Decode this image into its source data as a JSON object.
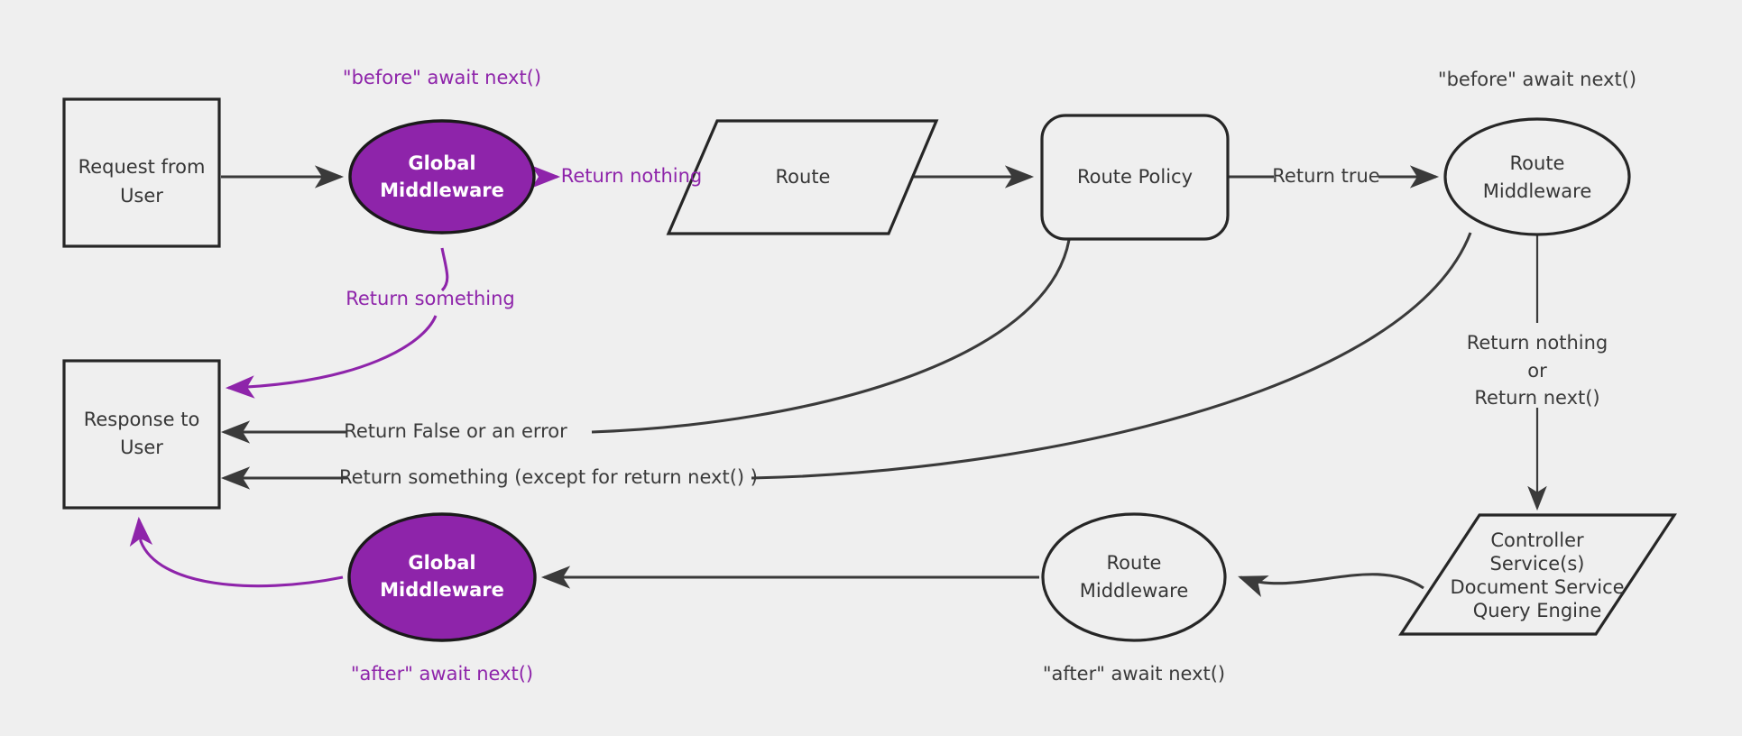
{
  "diagram": {
    "title": "Request / Middleware Lifecycle Flow",
    "background_color": "#efefef",
    "accent_color": "#8e24aa",
    "line_color": "#3a3a3a",
    "text_color": "#363636",
    "nodes": {
      "request_from_user": {
        "line1": "Request from",
        "line2": "User",
        "shape": "rectangle"
      },
      "global_middleware_before": {
        "line1": "Global",
        "line2": "Middleware",
        "shape": "ellipse",
        "filled": true
      },
      "route": {
        "line1": "Route",
        "shape": "parallelogram"
      },
      "route_policy": {
        "line1": "Route Policy",
        "shape": "rounded-rectangle"
      },
      "route_middleware_before": {
        "line1": "Route",
        "line2": "Middleware",
        "shape": "ellipse"
      },
      "controller_services": {
        "line1": "Controller",
        "line2": "Service(s)",
        "line3": "Document Service",
        "line4": "Query Engine",
        "shape": "parallelogram"
      },
      "route_middleware_after": {
        "line1": "Route",
        "line2": "Middleware",
        "shape": "ellipse"
      },
      "global_middleware_after": {
        "line1": "Global",
        "line2": "Middleware",
        "shape": "ellipse",
        "filled": true
      },
      "response_to_user": {
        "line1": "Response to",
        "line2": "User",
        "shape": "rectangle"
      }
    },
    "annotations": {
      "before_global": "\"before\" await next()",
      "before_route_mw": "\"before\" await next()",
      "after_global": "\"after\" await next()",
      "after_route_mw": "\"after\" await next()"
    },
    "edge_labels": {
      "return_nothing": "Return nothing",
      "return_something": "Return something",
      "return_true": "Return true",
      "return_false_or_error": "Return False or an error",
      "return_something_except": "Return something (except for return next() )",
      "return_nothing_or_next_1": "Return nothing",
      "return_nothing_or_next_2": "or",
      "return_nothing_or_next_3": "Return next()"
    }
  }
}
